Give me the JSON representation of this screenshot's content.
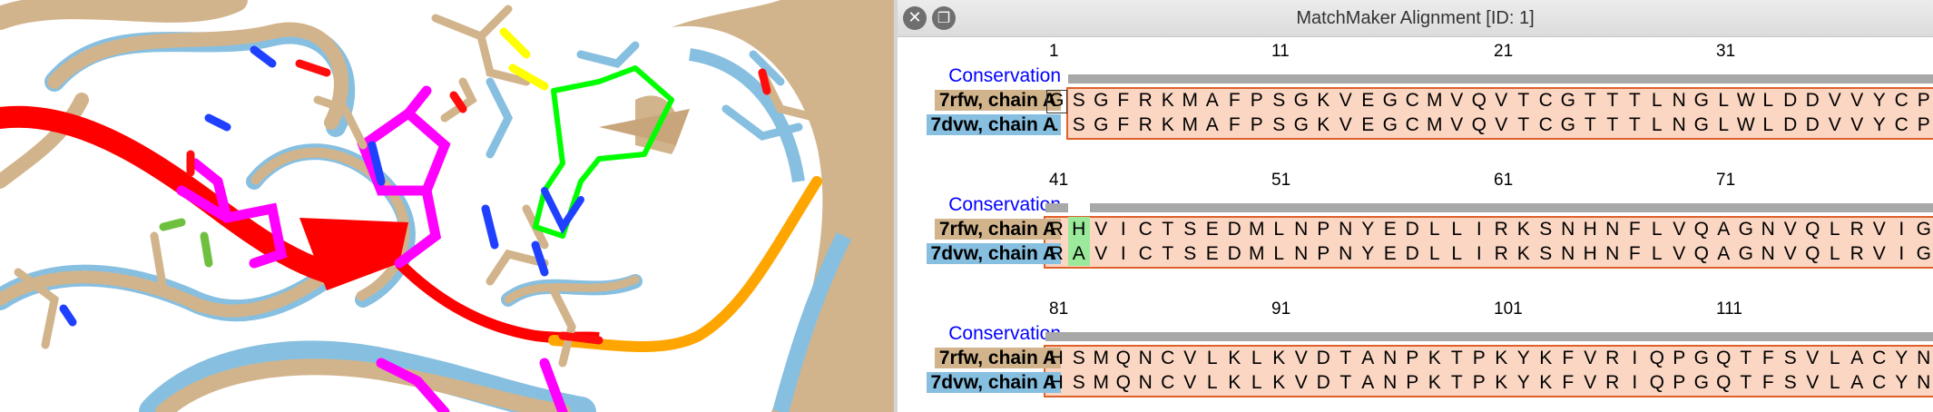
{
  "viewer": {
    "colors": {
      "structure_a": "#d2b48c",
      "structure_b": "#87bfe0",
      "ligand_red": "#ff0000",
      "ligand_magenta": "#ff00ff",
      "highlight_green": "#00ff00",
      "loop_orange": "#ffa500",
      "sulfur": "#ffff00",
      "oxygen": "#ff0d0d",
      "nitrogen": "#2040ff"
    }
  },
  "window": {
    "title": "MatchMaker Alignment [ID: 1]",
    "close_icon": "close-icon",
    "float_icon": "float-window-icon"
  },
  "alignment": {
    "conservation_label": "Conservation",
    "colors": {
      "box_fill": "#fbd6c3",
      "box_border": "#e0602a",
      "mismatch": "#9bea9b",
      "conservation_bar": "#a8a8a8",
      "label_tan": "#d2b48c",
      "label_blue": "#87bfe0"
    },
    "blocks": [
      {
        "numbers": [
          "1",
          "11",
          "21",
          "31"
        ],
        "rows": [
          {
            "name": "7rfw, chain A",
            "seq": "GSGFRKMAFPSGKVEGCMVQVTCGTTTLNGLWLDDVVYCP"
          },
          {
            "name": "7dvw, chain A",
            "seq": ".SGFRKMAFPSGKVEGCMVQVTCGTTTLNGLWLDDVVYCP"
          }
        ]
      },
      {
        "numbers": [
          "41",
          "51",
          "61",
          "71"
        ],
        "rows": [
          {
            "name": "7rfw, chain A",
            "seq": "RHVICTSEDMLNPNYEDLLIRKSNHNFLVQAGNVQLRVIG"
          },
          {
            "name": "7dvw, chain A",
            "seq": "RAVICTSEDMLNPNYEDLLIRKSNHNFLVQAGNVQLRVIG"
          }
        ]
      },
      {
        "numbers": [
          "81",
          "91",
          "101",
          "111"
        ],
        "rows": [
          {
            "name": "7rfw, chain A",
            "seq": "HSMQNCVLKLKVDTANPKTPKYKFVRIQPGQTFSVLACYN"
          },
          {
            "name": "7dvw, chain A",
            "seq": "HSMQNCVLKLKVDTANPKTPKYKFVRIQPGQTFSVLACYN"
          }
        ]
      }
    ]
  }
}
